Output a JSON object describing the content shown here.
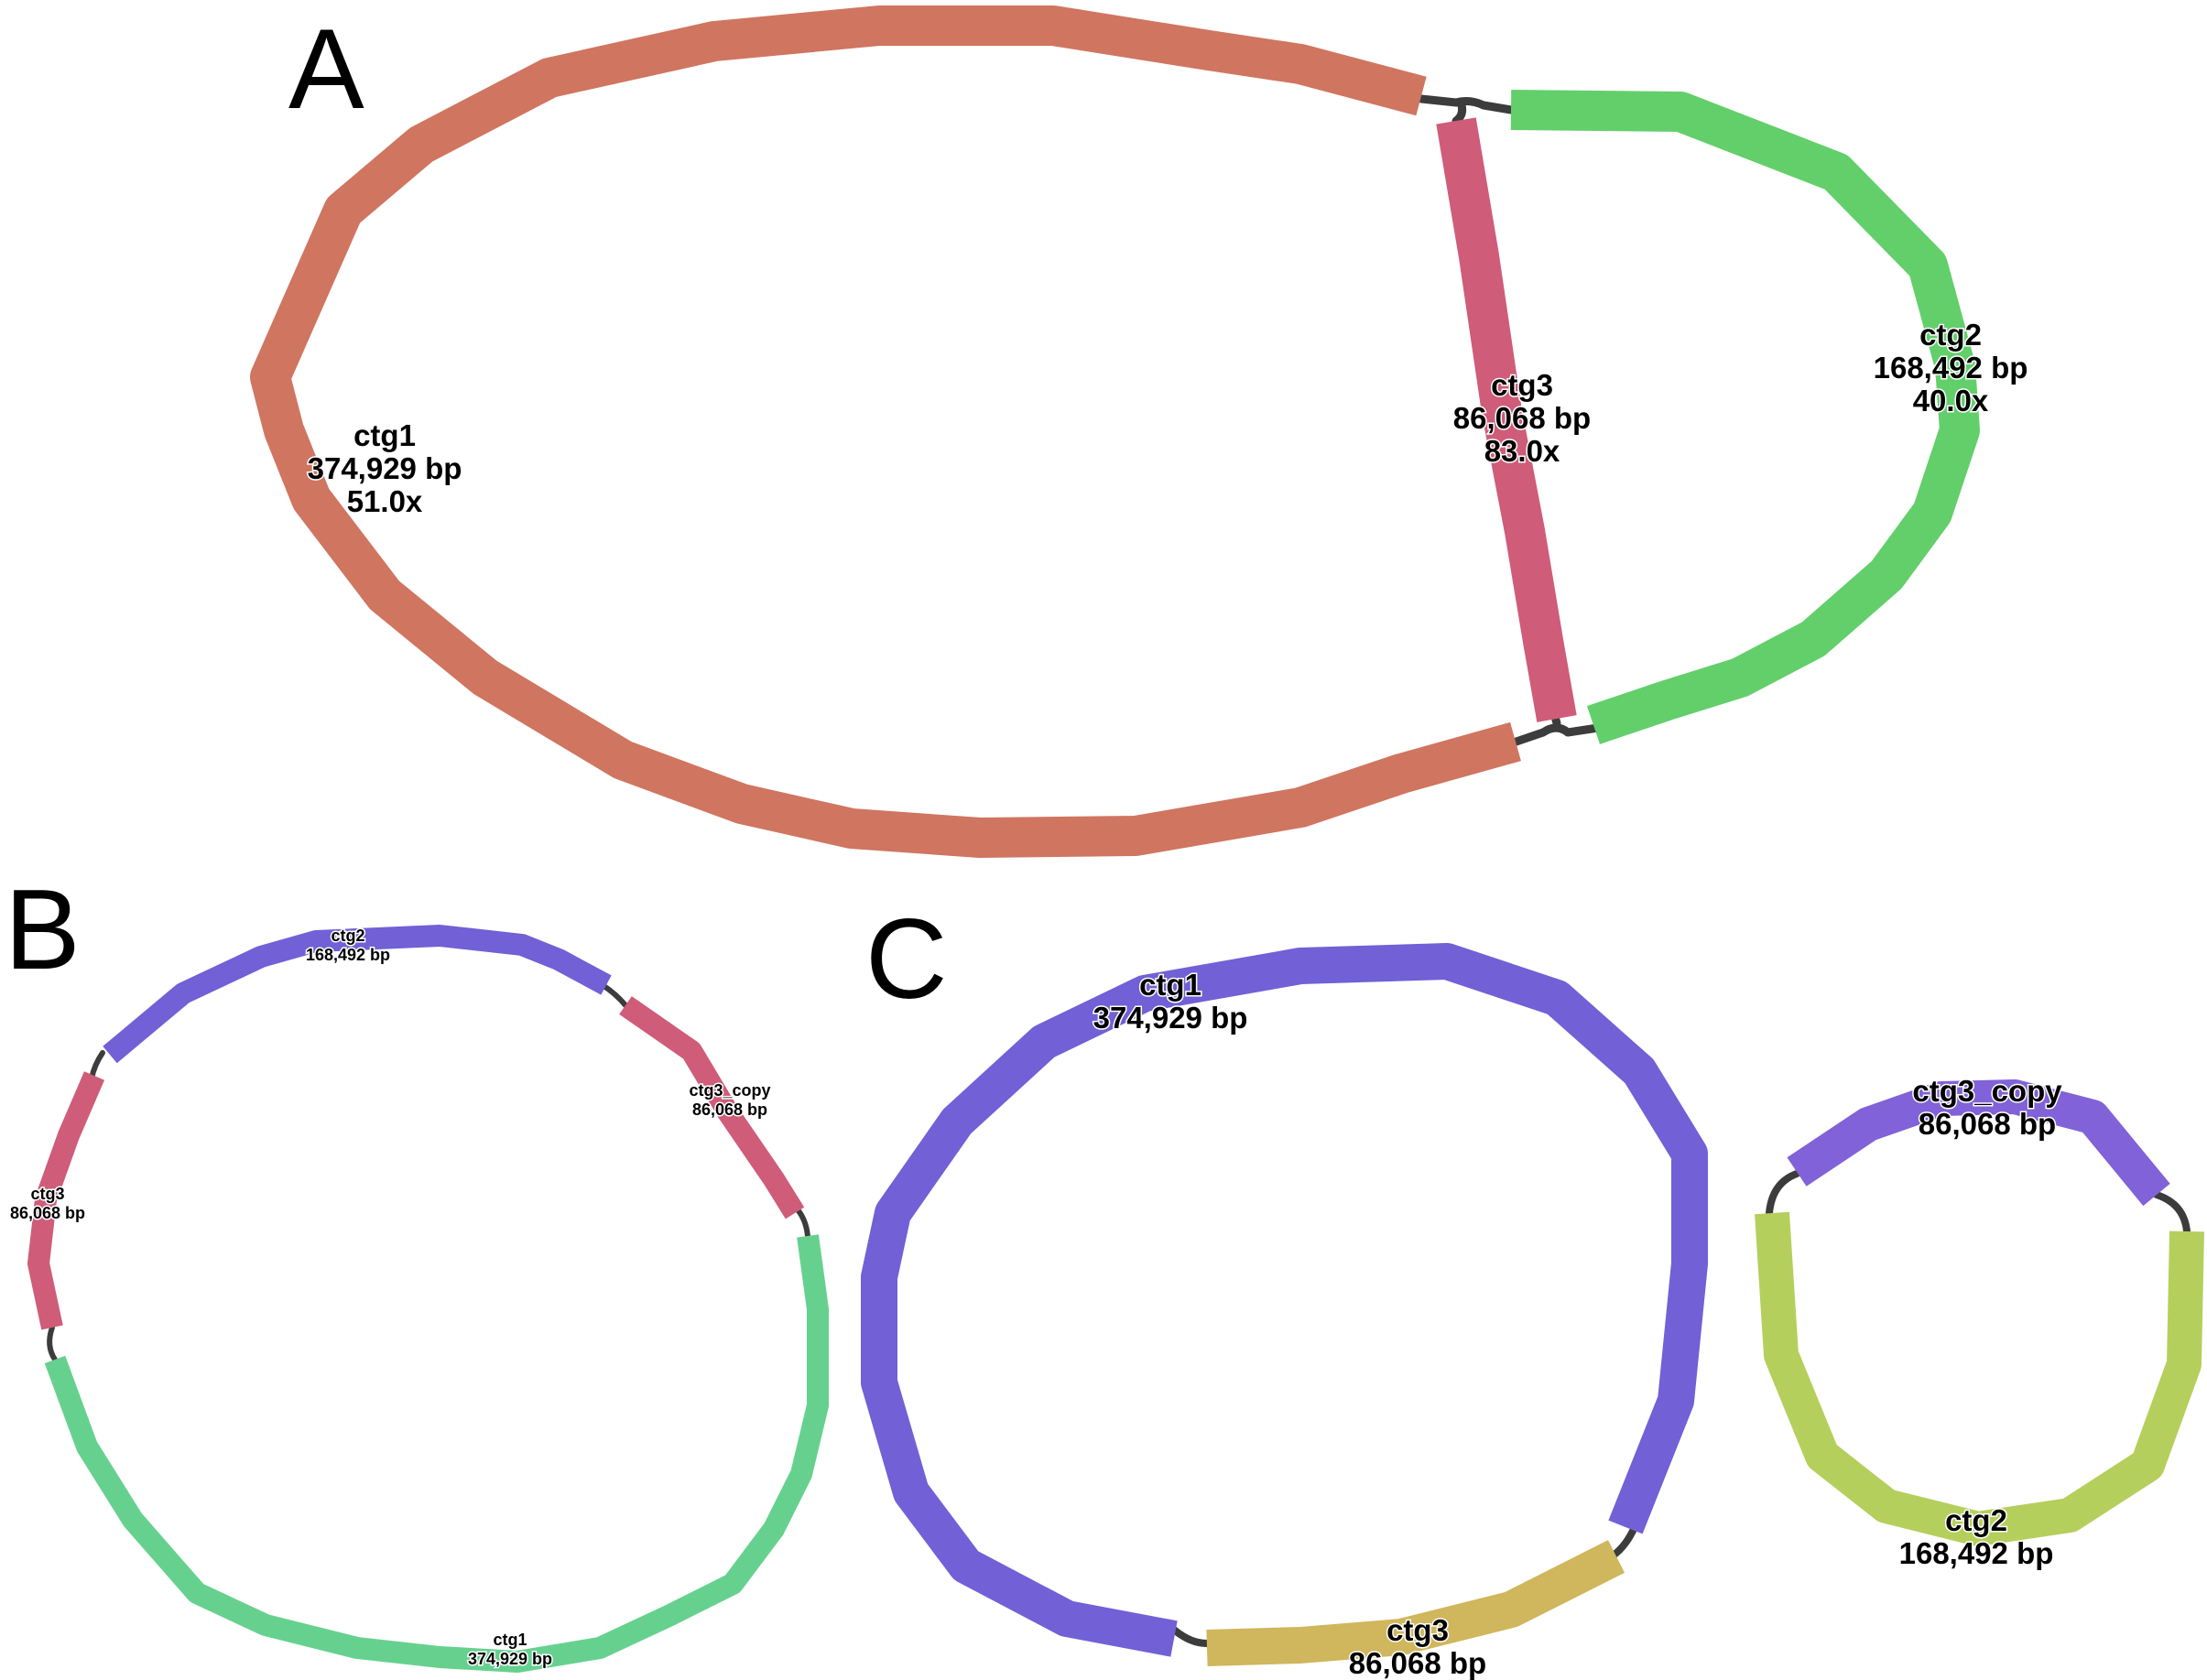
{
  "panels": [
    {
      "letter": "A",
      "segments": [
        {
          "name": "ctg1",
          "length": "374,929 bp",
          "depth": "51.0x",
          "color": "#d07560"
        },
        {
          "name": "ctg3",
          "length": "86,068 bp",
          "depth": "83.0x",
          "color": "#cf5c78"
        },
        {
          "name": "ctg2",
          "length": "168,492 bp",
          "depth": "40.0x",
          "color": "#62cf6b"
        }
      ]
    },
    {
      "letter": "B",
      "segments": [
        {
          "name": "ctg2",
          "length": "168,492 bp",
          "color": "#7160d6"
        },
        {
          "name": "ctg3_copy",
          "length": "86,068 bp",
          "color": "#cf5c78"
        },
        {
          "name": "ctg3",
          "length": "86,068 bp",
          "color": "#cf5c78"
        },
        {
          "name": "ctg1",
          "length": "374,929 bp",
          "color": "#66d18f"
        }
      ]
    },
    {
      "letter": "C",
      "segments": [
        {
          "name": "ctg1",
          "length": "374,929 bp",
          "color": "#7160d6"
        },
        {
          "name": "ctg3",
          "length": "86,068 bp",
          "color": "#d0b65c"
        },
        {
          "name": "ctg3_copy",
          "length": "86,068 bp",
          "color": "#8162d8"
        },
        {
          "name": "ctg2",
          "length": "168,492 bp",
          "color": "#b5cf5c"
        }
      ]
    }
  ],
  "link_color": "#3c3c3c"
}
